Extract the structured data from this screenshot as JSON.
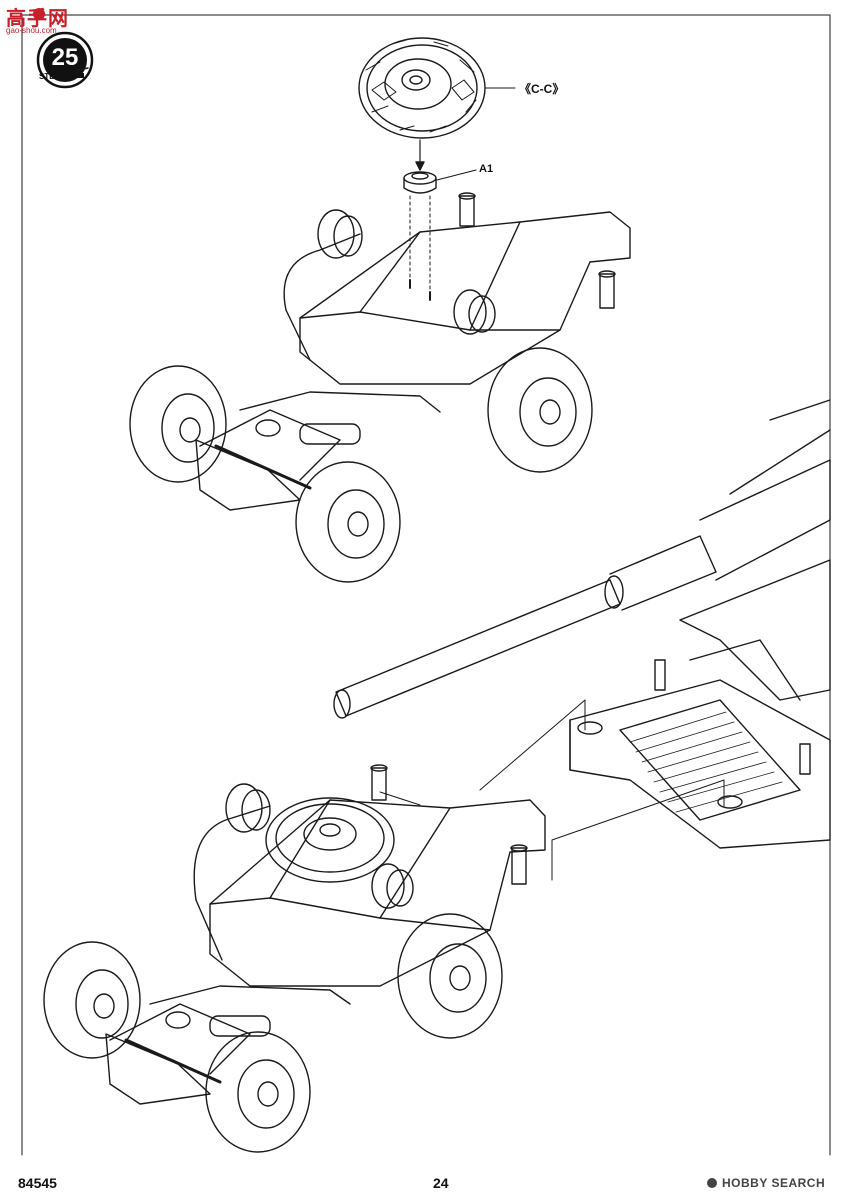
{
  "header": {
    "site_name": "高手网",
    "site_url": "gao-shou.com"
  },
  "step": {
    "number": "25",
    "word": "STEP"
  },
  "callouts": {
    "spare_wheel": "《C-C》",
    "part": "A1"
  },
  "footer": {
    "kit_number": "84545",
    "page_number": "24",
    "watermark": "HOBBY SEARCH"
  },
  "colors": {
    "line": "#1a1a1a",
    "badge": "#111111",
    "site_red": "#c8202a"
  },
  "icons": [
    "step-badge-icon",
    "tank-icon",
    "site-logo-icon",
    "watermark-logo-icon"
  ]
}
